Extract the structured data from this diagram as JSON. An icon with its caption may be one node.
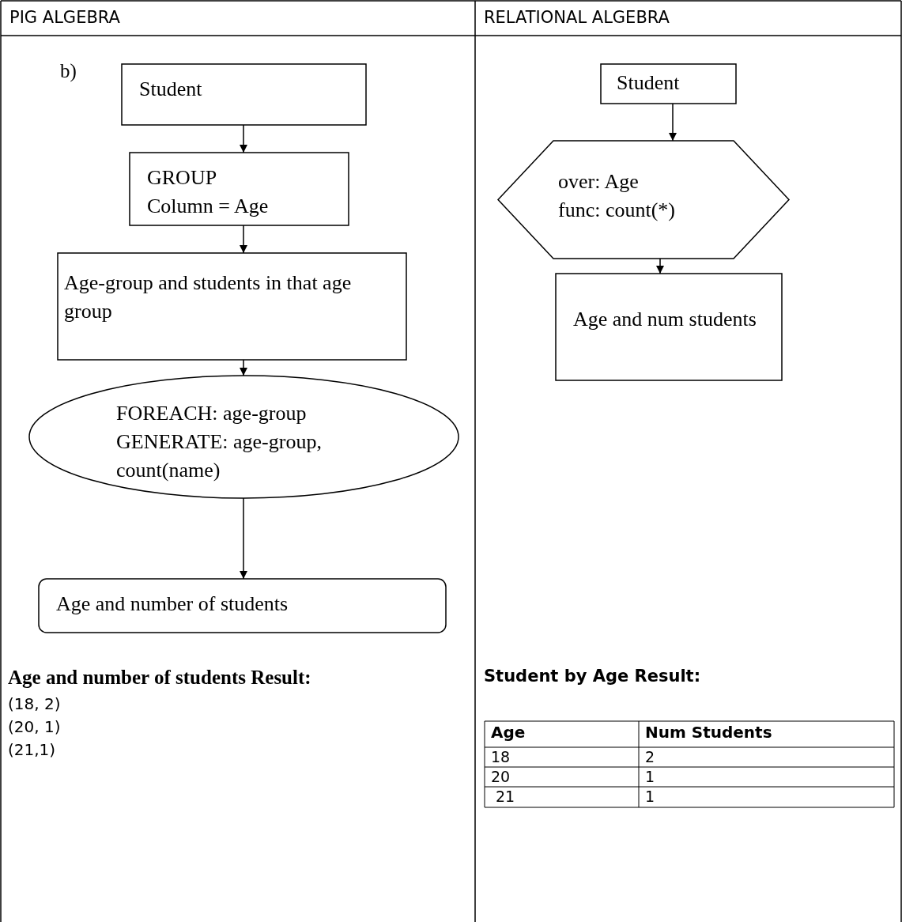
{
  "diagram": {
    "nodes": [
      {
        "text": [
          "Student"
        ]
      },
      {
        "text": [
          "GROUP",
          "Column = Age"
        ]
      },
      {
        "text": [
          "Age-group and students in that age group"
        ]
      },
      {
        "text": [
          "FOREACH: age-group",
          "GENERATE: age-group, count(name)"
        ]
      },
      {
        "text": [
          "Age and number of students"
        ]
      },
      {
        "text": [
          "Student"
        ]
      },
      {
        "text": [
          "over:  Age",
          "func: count(*)"
        ]
      },
      {
        "text": [
          "Age and num students"
        ]
      }
    ],
    "edges": [
      {
        "from": 0,
        "to": 1,
        "arrow": "to"
      },
      {
        "from": 1,
        "to": 2,
        "arrow": "to"
      },
      {
        "from": 2,
        "to": 3,
        "arrow": "to"
      },
      {
        "from": 3,
        "to": 4,
        "arrow": "to"
      },
      {
        "from": 5,
        "to": 6,
        "arrow": "to"
      },
      {
        "from": 6,
        "to": 7,
        "arrow": "to"
      }
    ],
    "labels": [
      "PIG ALGEBRA",
      "RELATIONAL ALGEBRA",
      "b)",
      "Age and number of students Result:",
      "(18, 2)",
      "(20, 1)",
      "(21,1)",
      "Student by Age Result:",
      "Age",
      "Num Students",
      "18",
      "2",
      "20",
      "1",
      "21",
      "1"
    ]
  }
}
